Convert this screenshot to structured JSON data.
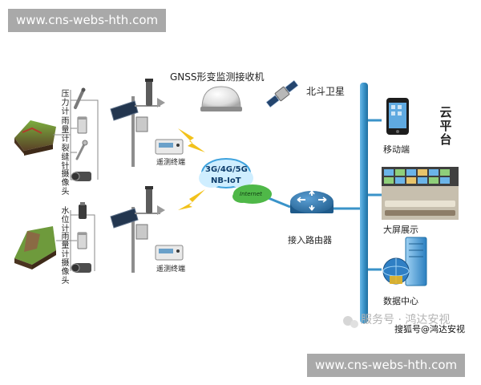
{
  "watermark": {
    "top": "www.cns-webs-hth.com",
    "bottom": "www.cns-webs-hth.com"
  },
  "receiver": {
    "label": "GNSS形变监测接收机"
  },
  "satellite": {
    "label": "北斗卫星"
  },
  "cloud_platform": {
    "label": "云平台"
  },
  "site1": {
    "sensors": [
      "压力计",
      "雨量计",
      "裂缝针",
      "摄像头"
    ],
    "terminal": "遥测终端"
  },
  "site2": {
    "sensors": [
      "水位计",
      "雨量计",
      "摄像头"
    ],
    "terminal": "遥测终端"
  },
  "network": {
    "line1": "3G/4G/5G",
    "line2": "NB-IoT",
    "internet": "Internet"
  },
  "router": {
    "label": "接入路由器"
  },
  "endpoints": {
    "mobile": "移动端",
    "big_screen": "大屏展示",
    "data_center": "数据中心"
  },
  "source_watermark": {
    "account": "服务号 · 鸿达安视",
    "sohu": "搜狐号@鸿达安视"
  },
  "colors": {
    "bus": "#3a93c9",
    "router": "#2f6fa3",
    "cloud": "#4fb848",
    "network": "#3fa3de",
    "lightning": "#f2c21b"
  }
}
